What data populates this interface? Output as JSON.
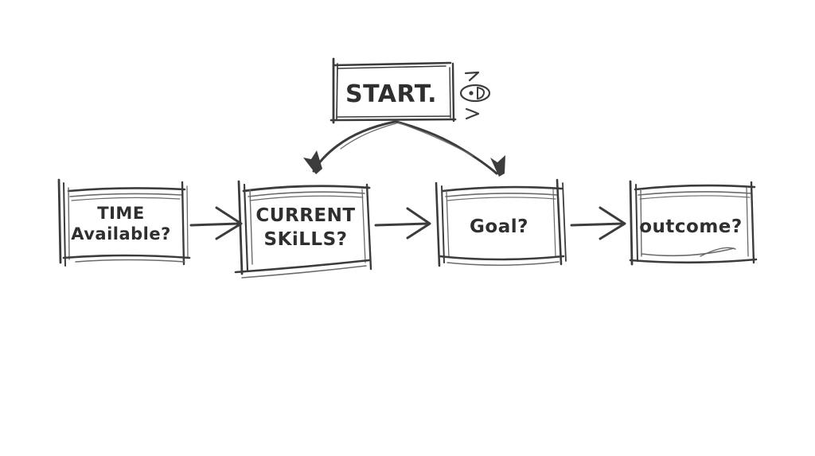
{
  "diagram": {
    "title_node": {
      "id": "start",
      "label": "START.",
      "shape": "rectangle"
    },
    "nodes": [
      {
        "id": "time-available",
        "label_line1": "TIME",
        "label_line2": "Available?",
        "shape": "rectangle"
      },
      {
        "id": "current-skills",
        "label_line1": "CURRENT",
        "label_line2": "SKiLLS?",
        "shape": "rectangle"
      },
      {
        "id": "goal",
        "label_line1": "Goal?",
        "label_line2": "",
        "shape": "rectangle"
      },
      {
        "id": "outcome",
        "label_line1": "outcome?",
        "label_line2": "",
        "shape": "rectangle"
      }
    ],
    "connectors": [
      {
        "id": "start-to-current-skills",
        "kind": "curved-arrow",
        "from": "start",
        "to": "current-skills"
      },
      {
        "id": "start-to-goal",
        "kind": "curved-arrow",
        "from": "start",
        "to": "goal"
      },
      {
        "id": "time-to-skills",
        "kind": "straight-arrow",
        "from": "time-available",
        "to": "current-skills"
      },
      {
        "id": "skills-to-goal",
        "kind": "straight-arrow",
        "from": "current-skills",
        "to": "goal"
      },
      {
        "id": "goal-to-outcome",
        "kind": "straight-arrow",
        "from": "goal",
        "to": "outcome"
      }
    ],
    "doodle": {
      "id": "eye-doodle",
      "description": "small ellipse with dot and two tick marks beside START box"
    },
    "colors": {
      "background": "#ffffff",
      "ink": "#3c3c3c",
      "ink_light": "#6a6a6a",
      "text": "#2f2f2f"
    }
  }
}
